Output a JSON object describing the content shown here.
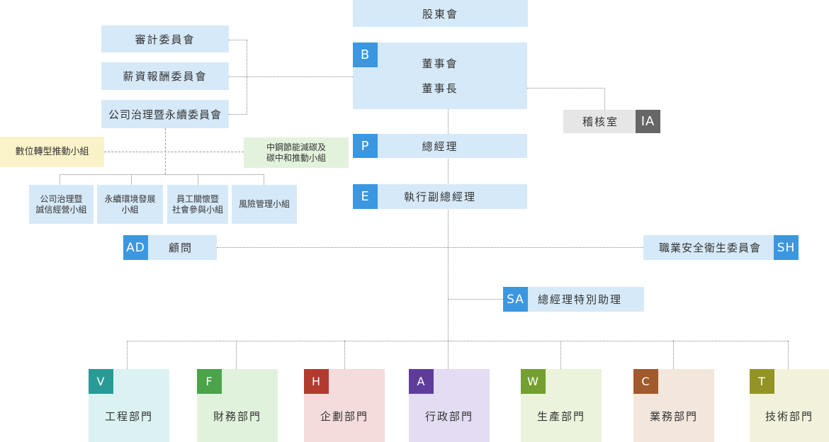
{
  "shareholders": "股東會",
  "board": {
    "tag": "B",
    "line1": "董事會",
    "line2": "董事長"
  },
  "committees": [
    "審計委員會",
    "薪資報酬委員會",
    "公司治理暨永續委員會"
  ],
  "audit": {
    "label": "稽核室",
    "tag": "IA"
  },
  "president": {
    "tag": "P",
    "label": "總經理"
  },
  "digital_group": "數位轉型推動小組",
  "carbon_group": {
    "line1": "中鋼節能減碳及",
    "line2": "碳中和推動小組"
  },
  "sub_groups": [
    {
      "line1": "公司治理暨",
      "line2": "誠信經營小組"
    },
    {
      "line1": "永續環境發展",
      "line2": "小組"
    },
    {
      "line1": "員工關懷暨",
      "line2": "社會參與小組"
    },
    {
      "line1": "風險管理小組",
      "line2": ""
    }
  ],
  "evp": {
    "tag": "E",
    "label": "執行副總經理"
  },
  "advisor": {
    "tag": "AD",
    "label": "顧問"
  },
  "safety": {
    "label": "職業安全衛生委員會",
    "tag": "SH"
  },
  "special_assistant": {
    "tag": "SA",
    "label": "總經理特別助理"
  },
  "departments": [
    {
      "tag": "V",
      "label": "工程部門",
      "tag_color": "#2a9a96",
      "bg": "#dcf2f2"
    },
    {
      "tag": "F",
      "label": "財務部門",
      "tag_color": "#4ca34a",
      "bg": "#e0f2dc"
    },
    {
      "tag": "H",
      "label": "企劃部門",
      "tag_color": "#b13b2e",
      "bg": "#f3dcdb"
    },
    {
      "tag": "A",
      "label": "行政部門",
      "tag_color": "#5f3c9c",
      "bg": "#e3dcf2"
    },
    {
      "tag": "W",
      "label": "生產部門",
      "tag_color": "#73a02e",
      "bg": "#ebf3dd"
    },
    {
      "tag": "C",
      "label": "業務部門",
      "tag_color": "#a05a2c",
      "bg": "#f3e6dc"
    },
    {
      "tag": "T",
      "label": "技術部門",
      "tag_color": "#939425",
      "bg": "#f2f2dc"
    }
  ]
}
